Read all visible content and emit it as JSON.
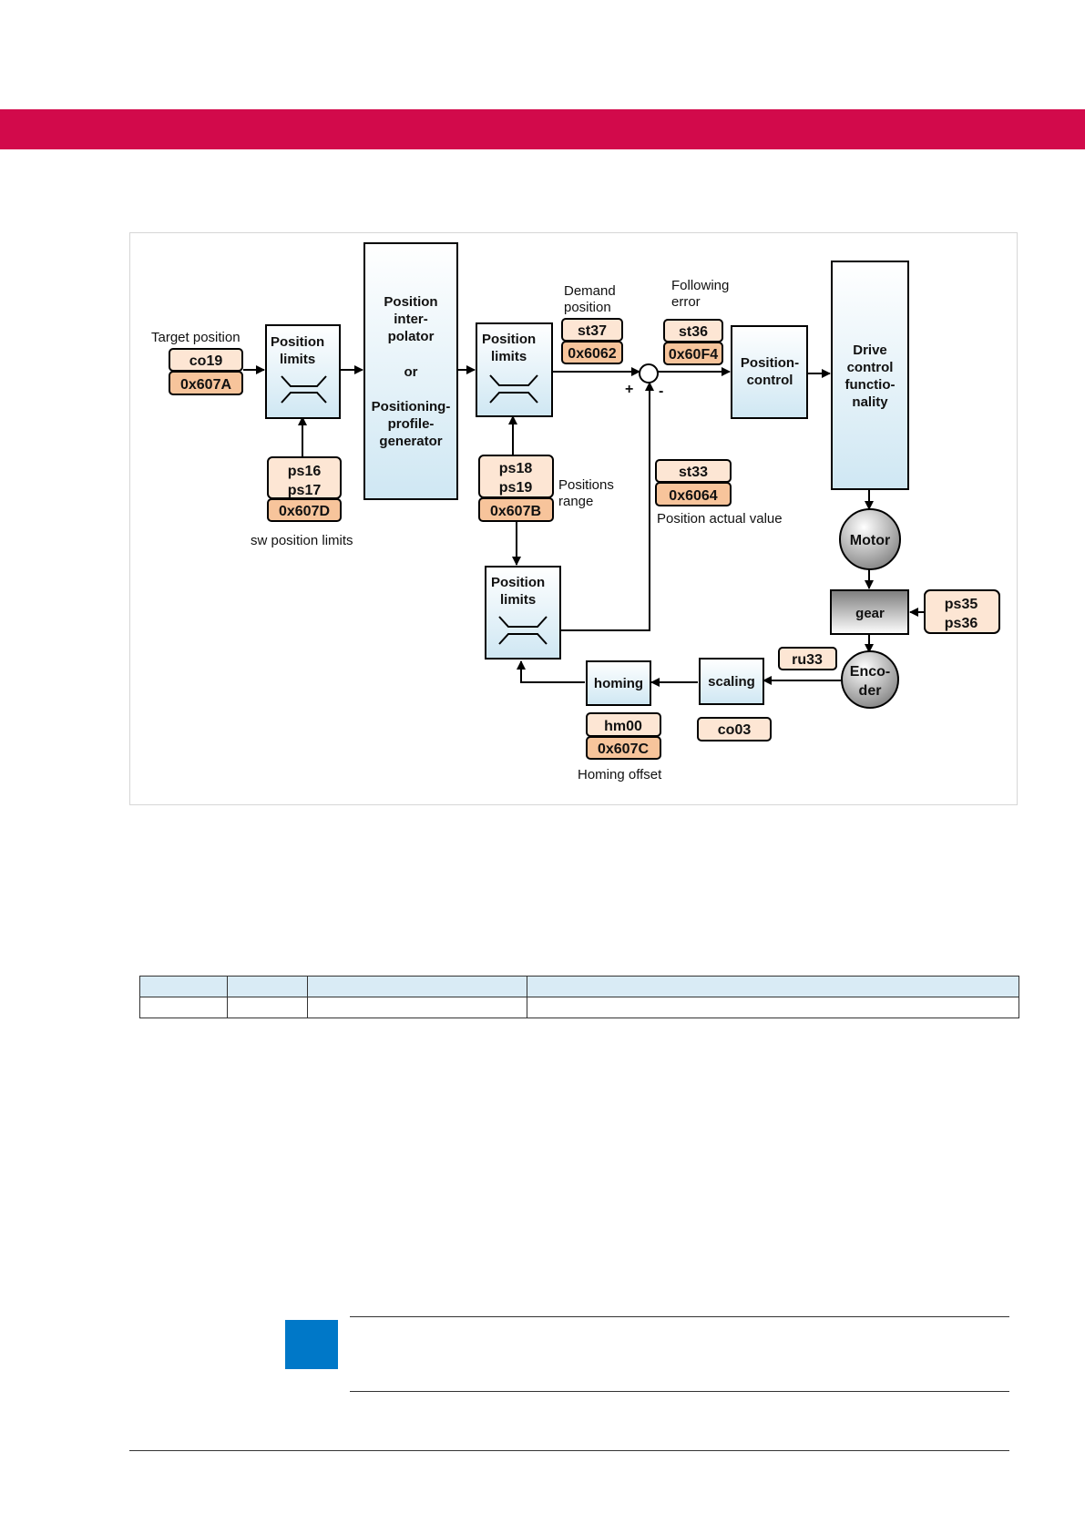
{
  "colors": {
    "header_band": "#d20a4b",
    "block_fill_top": "#ffffff",
    "block_fill_bottom": "#cfe7f3",
    "param_light": "#fde6d4",
    "param_dark": "#f7c49b",
    "table_header": "#d9ebf5",
    "note_icon": "#0078c8"
  },
  "diagram": {
    "target_position_label": "Target position",
    "co19": "co19",
    "hex_607A": "0x607A",
    "pos_limits_1": [
      "Position",
      "limits"
    ],
    "ps16": "ps16",
    "ps17": "ps17",
    "hex_607D": "0x607D",
    "sw_limits_label": "sw position limits",
    "interpolator": [
      "Position",
      "inter-",
      "polator",
      "or",
      "Positioning-",
      "profile-",
      "generator"
    ],
    "pos_limits_2": [
      "Position",
      "limits"
    ],
    "ps18": "ps18",
    "ps19": "ps19",
    "hex_607B": "0x607B",
    "positions_range": [
      "Positions",
      "range"
    ],
    "demand_position": [
      "Demand",
      "position"
    ],
    "st37": "st37",
    "hex_6062": "0x6062",
    "following_error": [
      "Following",
      "error"
    ],
    "st36": "st36",
    "hex_60F4": "0x60F4",
    "plus": "+",
    "minus": "-",
    "position_control": [
      "Position-",
      "control"
    ],
    "drive_control": [
      "Drive",
      "control",
      "functio-",
      "nality"
    ],
    "st33": "st33",
    "hex_6064": "0x6064",
    "position_actual_label": "Position actual value",
    "motor": "Motor",
    "gear": "gear",
    "ps35": "ps35",
    "ps36": "ps36",
    "ru33": "ru33",
    "encoder": [
      "Enco-",
      "der"
    ],
    "scaling": "scaling",
    "co03": "co03",
    "homing": "homing",
    "hm00": "hm00",
    "hex_607C": "0x607C",
    "homing_offset_label": "Homing offset",
    "pos_limits_3": [
      "Position",
      "limits"
    ]
  },
  "table": {
    "rows": [
      [
        "",
        "",
        "",
        ""
      ],
      [
        "",
        "",
        "",
        ""
      ]
    ]
  }
}
